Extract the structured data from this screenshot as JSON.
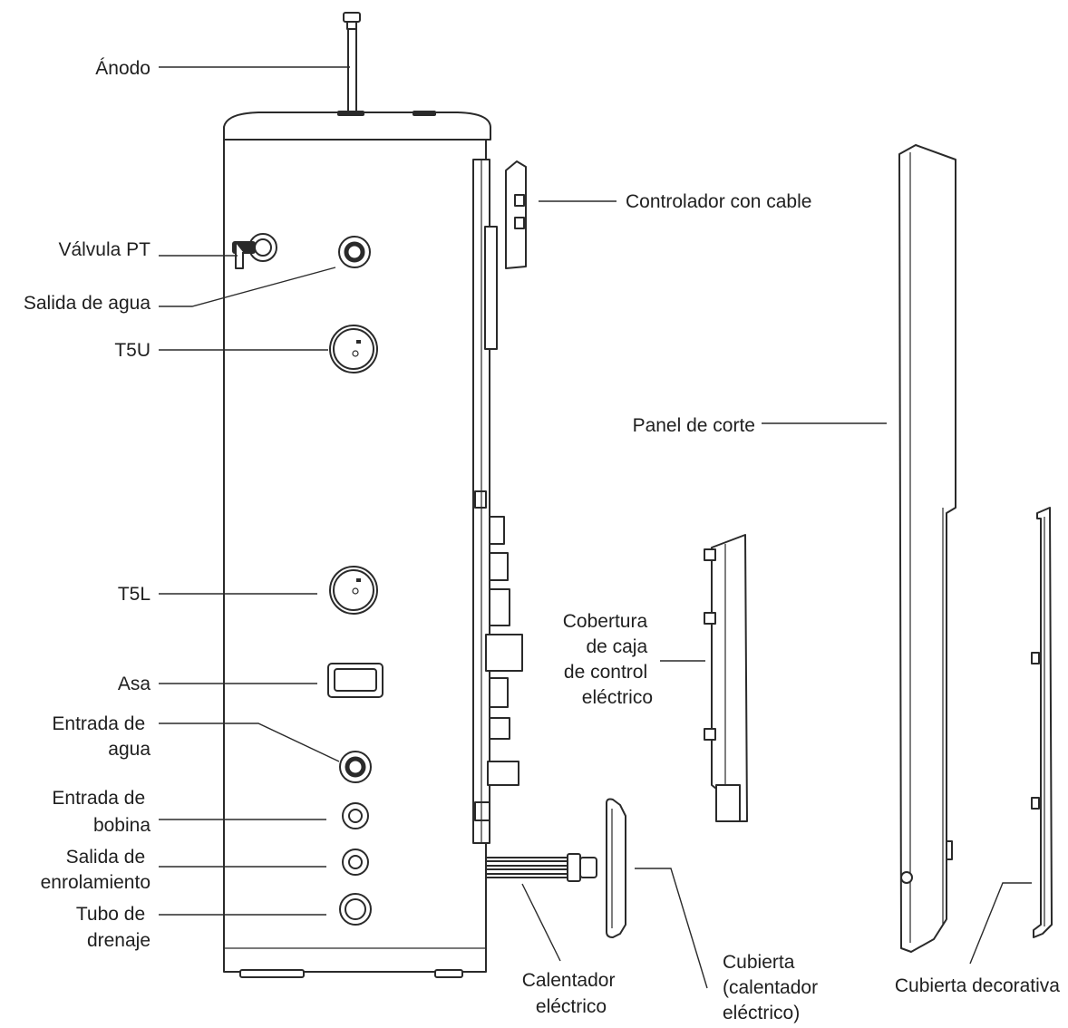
{
  "labels": {
    "anodo": "Ánodo",
    "valvula_pt": "Válvula PT",
    "salida_agua": "Salida de agua",
    "t5u": "T5U",
    "t5l": "T5L",
    "asa": "Asa",
    "entrada_agua_1": "Entrada de",
    "entrada_agua_2": "agua",
    "entrada_bobina_1": "Entrada de",
    "entrada_bobina_2": "bobina",
    "salida_enrol_1": "Salida de",
    "salida_enrol_2": "enrolamiento",
    "tubo_drenaje_1": "Tubo de",
    "tubo_drenaje_2": "drenaje",
    "controlador": "Controlador con cable",
    "panel_corte": "Panel de corte",
    "cobertura_1": "Cobertura",
    "cobertura_2": "de caja",
    "cobertura_3": "de control",
    "cobertura_4": "eléctrico",
    "calentador_1": "Calentador",
    "calentador_2": "eléctrico",
    "cubierta_cal_1": "Cubierta",
    "cubierta_cal_2": "(calentador",
    "cubierta_cal_3": "eléctrico)",
    "cubierta_decorativa": "Cubierta decorativa"
  },
  "colors": {
    "stroke": "#2a2a2a",
    "text": "#1f1f1f",
    "background": "#ffffff"
  }
}
